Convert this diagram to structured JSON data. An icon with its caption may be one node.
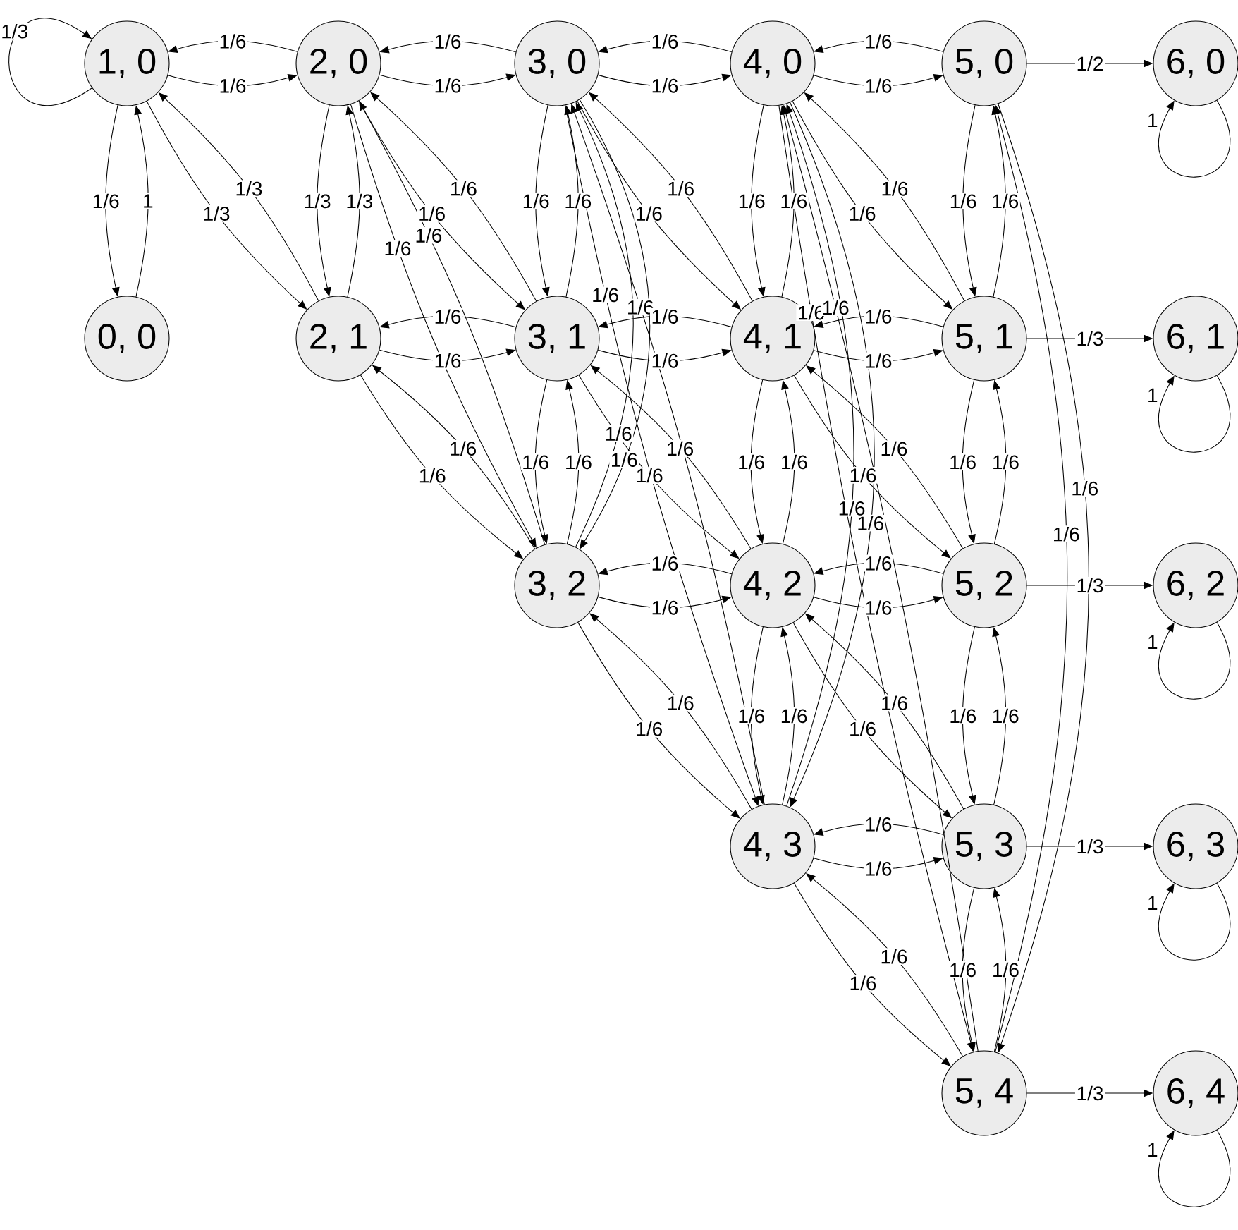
{
  "diagram": {
    "nodes": [
      {
        "text": [
          "1, 0"
        ]
      },
      {
        "text": [
          "2, 0"
        ]
      },
      {
        "text": [
          "3, 0"
        ]
      },
      {
        "text": [
          "4, 0"
        ]
      },
      {
        "text": [
          "5, 0"
        ]
      },
      {
        "text": [
          "6, 0"
        ]
      },
      {
        "text": [
          "0, 0"
        ]
      },
      {
        "text": [
          "2, 1"
        ]
      },
      {
        "text": [
          "3, 1"
        ]
      },
      {
        "text": [
          "4, 1"
        ]
      },
      {
        "text": [
          "5, 1"
        ]
      },
      {
        "text": [
          "6, 1"
        ]
      },
      {
        "text": [
          "3, 2"
        ]
      },
      {
        "text": [
          "4, 2"
        ]
      },
      {
        "text": [
          "5, 2"
        ]
      },
      {
        "text": [
          "6, 2"
        ]
      },
      {
        "text": [
          "4, 3"
        ]
      },
      {
        "text": [
          "5, 3"
        ]
      },
      {
        "text": [
          "6, 3"
        ]
      },
      {
        "text": [
          "5, 4"
        ]
      },
      {
        "text": [
          "6, 4"
        ]
      }
    ],
    "edges": [
      {
        "from": 0,
        "to": 0,
        "arrow": "to",
        "label": "1/3"
      },
      {
        "from": 0,
        "to": 1,
        "arrow": "to",
        "label": "1/6"
      },
      {
        "from": 1,
        "to": 0,
        "arrow": "to",
        "label": "1/6"
      },
      {
        "from": 0,
        "to": 6,
        "arrow": "to",
        "label": "1/6"
      },
      {
        "from": 6,
        "to": 0,
        "arrow": "to",
        "label": "1"
      },
      {
        "from": 0,
        "to": 7,
        "arrow": "to",
        "label": "1/3"
      },
      {
        "from": 7,
        "to": 0,
        "arrow": "to",
        "label": "1/3"
      },
      {
        "from": 1,
        "to": 2,
        "arrow": "to",
        "label": "1/6"
      },
      {
        "from": 2,
        "to": 1,
        "arrow": "to",
        "label": "1/6"
      },
      {
        "from": 1,
        "to": 7,
        "arrow": "to",
        "label": "1/3"
      },
      {
        "from": 7,
        "to": 1,
        "arrow": "to",
        "label": "1/3"
      },
      {
        "from": 1,
        "to": 8,
        "arrow": "to",
        "label": "1/6"
      },
      {
        "from": 8,
        "to": 1,
        "arrow": "to",
        "label": "1/6"
      },
      {
        "from": 1,
        "to": 12,
        "arrow": "to",
        "label": "1/6"
      },
      {
        "from": 12,
        "to": 1,
        "arrow": "to",
        "label": "1/6"
      },
      {
        "from": 2,
        "to": 3,
        "arrow": "to",
        "label": "1/6"
      },
      {
        "from": 3,
        "to": 2,
        "arrow": "to",
        "label": "1/6"
      },
      {
        "from": 2,
        "to": 8,
        "arrow": "to",
        "label": "1/6"
      },
      {
        "from": 8,
        "to": 2,
        "arrow": "to",
        "label": "1/6"
      },
      {
        "from": 2,
        "to": 9,
        "arrow": "to",
        "label": "1/6"
      },
      {
        "from": 9,
        "to": 2,
        "arrow": "to",
        "label": "1/6"
      },
      {
        "from": 2,
        "to": 12,
        "arrow": "to",
        "label": "1/6"
      },
      {
        "from": 12,
        "to": 2,
        "arrow": "to",
        "label": "1/6"
      },
      {
        "from": 2,
        "to": 16,
        "arrow": "to",
        "label": "1/6"
      },
      {
        "from": 16,
        "to": 2,
        "arrow": "to",
        "label": "1/6"
      },
      {
        "from": 3,
        "to": 4,
        "arrow": "to",
        "label": "1/6"
      },
      {
        "from": 4,
        "to": 3,
        "arrow": "to",
        "label": "1/6"
      },
      {
        "from": 3,
        "to": 9,
        "arrow": "to",
        "label": "1/6"
      },
      {
        "from": 9,
        "to": 3,
        "arrow": "to",
        "label": "1/6"
      },
      {
        "from": 3,
        "to": 10,
        "arrow": "to",
        "label": "1/6"
      },
      {
        "from": 10,
        "to": 3,
        "arrow": "to",
        "label": "1/6"
      },
      {
        "from": 3,
        "to": 16,
        "arrow": "to",
        "label": "1/6"
      },
      {
        "from": 16,
        "to": 3,
        "arrow": "to",
        "label": "1/6"
      },
      {
        "from": 3,
        "to": 19,
        "arrow": "to",
        "label": "1/6"
      },
      {
        "from": 19,
        "to": 3,
        "arrow": "to",
        "label": "1/6"
      },
      {
        "from": 4,
        "to": 5,
        "arrow": "to",
        "label": "1/2"
      },
      {
        "from": 4,
        "to": 10,
        "arrow": "to",
        "label": "1/6"
      },
      {
        "from": 10,
        "to": 4,
        "arrow": "to",
        "label": "1/6"
      },
      {
        "from": 4,
        "to": 19,
        "arrow": "to",
        "label": "1/6"
      },
      {
        "from": 19,
        "to": 4,
        "arrow": "to",
        "label": "1/6"
      },
      {
        "from": 5,
        "to": 5,
        "arrow": "to",
        "label": "1"
      },
      {
        "from": 7,
        "to": 8,
        "arrow": "to",
        "label": "1/6"
      },
      {
        "from": 8,
        "to": 7,
        "arrow": "to",
        "label": "1/6"
      },
      {
        "from": 7,
        "to": 12,
        "arrow": "to",
        "label": "1/6"
      },
      {
        "from": 12,
        "to": 7,
        "arrow": "to",
        "label": "1/6"
      },
      {
        "from": 8,
        "to": 9,
        "arrow": "to",
        "label": "1/6"
      },
      {
        "from": 9,
        "to": 8,
        "arrow": "to",
        "label": "1/6"
      },
      {
        "from": 8,
        "to": 12,
        "arrow": "to",
        "label": "1/6"
      },
      {
        "from": 12,
        "to": 8,
        "arrow": "to",
        "label": "1/6"
      },
      {
        "from": 8,
        "to": 13,
        "arrow": "to",
        "label": "1/6"
      },
      {
        "from": 13,
        "to": 8,
        "arrow": "to",
        "label": "1/6"
      },
      {
        "from": 9,
        "to": 10,
        "arrow": "to",
        "label": "1/6"
      },
      {
        "from": 10,
        "to": 9,
        "arrow": "to",
        "label": "1/6"
      },
      {
        "from": 9,
        "to": 13,
        "arrow": "to",
        "label": "1/6"
      },
      {
        "from": 13,
        "to": 9,
        "arrow": "to",
        "label": "1/6"
      },
      {
        "from": 9,
        "to": 14,
        "arrow": "to",
        "label": "1/6"
      },
      {
        "from": 14,
        "to": 9,
        "arrow": "to",
        "label": "1/6"
      },
      {
        "from": 10,
        "to": 11,
        "arrow": "to",
        "label": "1/3"
      },
      {
        "from": 10,
        "to": 14,
        "arrow": "to",
        "label": "1/6"
      },
      {
        "from": 14,
        "to": 10,
        "arrow": "to",
        "label": "1/6"
      },
      {
        "from": 11,
        "to": 11,
        "arrow": "to",
        "label": "1"
      },
      {
        "from": 12,
        "to": 13,
        "arrow": "to",
        "label": "1/6"
      },
      {
        "from": 13,
        "to": 12,
        "arrow": "to",
        "label": "1/6"
      },
      {
        "from": 12,
        "to": 16,
        "arrow": "to",
        "label": "1/6"
      },
      {
        "from": 16,
        "to": 12,
        "arrow": "to",
        "label": "1/6"
      },
      {
        "from": 13,
        "to": 14,
        "arrow": "to",
        "label": "1/6"
      },
      {
        "from": 14,
        "to": 13,
        "arrow": "to",
        "label": "1/6"
      },
      {
        "from": 13,
        "to": 16,
        "arrow": "to",
        "label": "1/6"
      },
      {
        "from": 16,
        "to": 13,
        "arrow": "to",
        "label": "1/6"
      },
      {
        "from": 13,
        "to": 17,
        "arrow": "to",
        "label": "1/6"
      },
      {
        "from": 17,
        "to": 13,
        "arrow": "to",
        "label": "1/6"
      },
      {
        "from": 14,
        "to": 15,
        "arrow": "to",
        "label": "1/3"
      },
      {
        "from": 14,
        "to": 17,
        "arrow": "to",
        "label": "1/6"
      },
      {
        "from": 17,
        "to": 14,
        "arrow": "to",
        "label": "1/6"
      },
      {
        "from": 15,
        "to": 15,
        "arrow": "to",
        "label": "1"
      },
      {
        "from": 16,
        "to": 17,
        "arrow": "to",
        "label": "1/6"
      },
      {
        "from": 17,
        "to": 16,
        "arrow": "to",
        "label": "1/6"
      },
      {
        "from": 16,
        "to": 19,
        "arrow": "to",
        "label": "1/6"
      },
      {
        "from": 19,
        "to": 16,
        "arrow": "to",
        "label": "1/6"
      },
      {
        "from": 17,
        "to": 18,
        "arrow": "to",
        "label": "1/3"
      },
      {
        "from": 17,
        "to": 19,
        "arrow": "to",
        "label": "1/6"
      },
      {
        "from": 19,
        "to": 17,
        "arrow": "to",
        "label": "1/6"
      },
      {
        "from": 18,
        "to": 18,
        "arrow": "to",
        "label": "1"
      },
      {
        "from": 19,
        "to": 20,
        "arrow": "to",
        "label": "1/3"
      },
      {
        "from": 20,
        "to": 20,
        "arrow": "to",
        "label": "1"
      }
    ]
  }
}
